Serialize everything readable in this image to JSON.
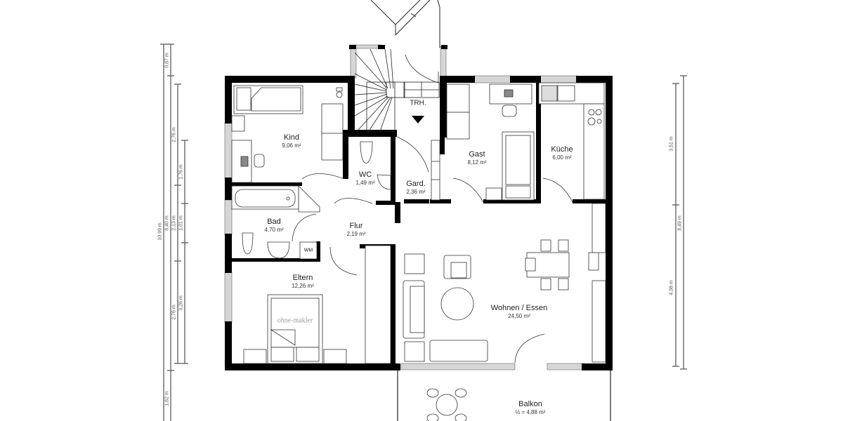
{
  "plan": {
    "colors": {
      "wall": "#000000",
      "line": "#444444",
      "window": "#bdbdbd",
      "dim": "#666666",
      "background": "#ffffff"
    },
    "rooms": [
      {
        "id": "kind",
        "name": "Kind",
        "area": "9,06 m²"
      },
      {
        "id": "wc",
        "name": "WC",
        "area": "1,49 m²"
      },
      {
        "id": "gard",
        "name": "Gard.",
        "area": "2,36 m²"
      },
      {
        "id": "gast",
        "name": "Gast",
        "area": "8,12 m²"
      },
      {
        "id": "kueche",
        "name": "Küche",
        "area": "6,00 m²"
      },
      {
        "id": "bad",
        "name": "Bad",
        "area": "4,70 m²"
      },
      {
        "id": "flur",
        "name": "Flur",
        "area": "2,19 m²"
      },
      {
        "id": "eltern",
        "name": "Eltern",
        "area": "12,26 m²"
      },
      {
        "id": "wohnen",
        "name": "Wohnen / Essen",
        "area": "24,50 m²"
      },
      {
        "id": "balkon",
        "name": "Balkon",
        "area": "½ = 4,88 m²"
      }
    ],
    "labels": {
      "stairs": "TRH.",
      "washer": "WM",
      "watermark": "ohne-makler"
    },
    "dimensions_left": [
      {
        "id": "d1",
        "value": "10,99 m"
      },
      {
        "id": "d2",
        "value": "0,87 m"
      },
      {
        "id": "d3",
        "value": "8,40 m"
      },
      {
        "id": "d4",
        "value": "1,62 m"
      },
      {
        "id": "d5",
        "value": "2,76 m"
      },
      {
        "id": "d6",
        "value": "2,13 m"
      },
      {
        "id": "d7",
        "value": "2,76 m"
      },
      {
        "id": "d8",
        "value": "1,76 m"
      },
      {
        "id": "d9",
        "value": "1,01 m"
      },
      {
        "id": "d10",
        "value": "3,26 m"
      }
    ],
    "dimensions_right": [
      {
        "id": "r1",
        "value": "3,51 m"
      },
      {
        "id": "r2",
        "value": "4,38 m"
      },
      {
        "id": "r3",
        "value": "8,49 m"
      }
    ]
  }
}
